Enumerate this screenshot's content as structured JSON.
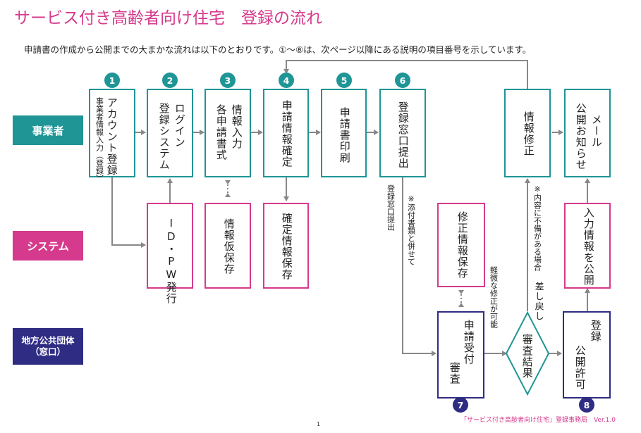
{
  "title": "サービス付き高齢者向け住宅　登録の流れ",
  "subtitle": "申請書の作成から公開までの大まかな流れは以下のとおりです。①～⑧は、次ページ以降にある説明の項目番号を示しています。",
  "lanes": {
    "business": "事業者",
    "system": "システム",
    "government_line1": "地方公共団体",
    "government_line2": "（窓口）"
  },
  "steps": {
    "s1": {
      "num": "1",
      "col1": "アカウント登録",
      "col2": "事業者情報入力（登録）"
    },
    "s2": {
      "num": "2",
      "col1": "ログイン",
      "col2": "登録システム"
    },
    "s3": {
      "num": "3",
      "col1": "情報入力",
      "col2": "各申請書式"
    },
    "s4": {
      "num": "4",
      "text": "申請情報確定"
    },
    "s5": {
      "num": "5",
      "text": "申請書印刷"
    },
    "s6": {
      "num": "6",
      "text": "登録窓口提出"
    },
    "edit": {
      "text": "情報修正"
    },
    "mail": {
      "col1": "メール",
      "col2": "公開お知らせ"
    },
    "idpw": {
      "text": "ID・PW発行"
    },
    "tempsave": {
      "text": "情報仮保存"
    },
    "confirmsave": {
      "text": "確定情報保存"
    },
    "fixsave": {
      "text": "修正情報保存"
    },
    "publish": {
      "text": "入力情報を公開"
    },
    "s7": {
      "num": "7",
      "col1": "申請受付",
      "col2": "審査"
    },
    "review": {
      "text": "審査結果"
    },
    "s8": {
      "num": "8",
      "col1": "登録",
      "col2": "公開許可"
    }
  },
  "annotations": {
    "submit_label": "登録窓口提出",
    "attach_note": "※添付書類と併せて",
    "minor_fix": "軽微な修正が可能",
    "defect_note": "※内容に不備がある場合",
    "return_label": "差し戻し"
  },
  "footer": "「サービス付き高齢者向け住宅」登録事務局　Ver.1.0",
  "page_number": "1",
  "colors": {
    "teal": "#1f9596",
    "pink": "#d63a8c",
    "navy": "#2e2c83",
    "arrow": "#888888"
  }
}
